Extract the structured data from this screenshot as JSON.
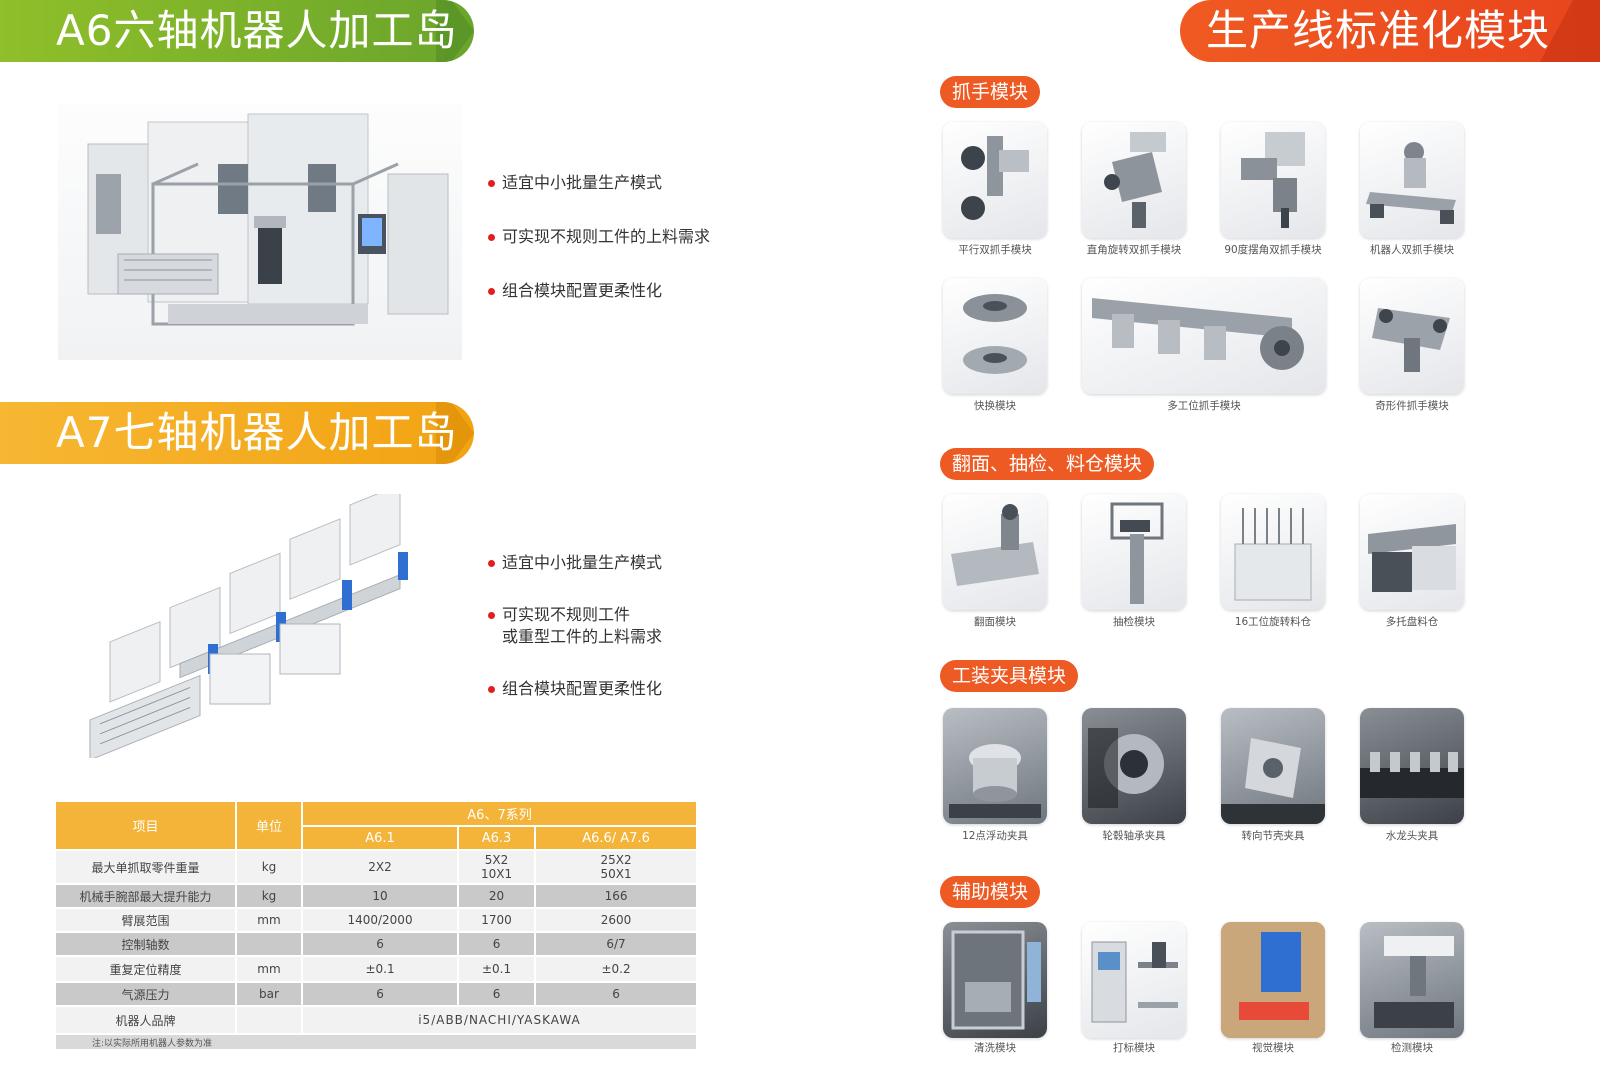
{
  "banners": {
    "a6": "A6六轴机器人加工岛",
    "a7": "A7七轴机器人加工岛",
    "line": "生产线标准化模块"
  },
  "a6_features": [
    "适宜中小批量生产模式",
    "可实现不规则工件的上料需求",
    "组合模块配置更柔性化"
  ],
  "a7_features": {
    "f1": "适宜中小批量生产模式",
    "f2_line1": "可实现不规则工件",
    "f2_line2": "或重型工件的上料需求",
    "f3": "组合模块配置更柔性化"
  },
  "spec_table": {
    "h_item": "项目",
    "h_unit": "单位",
    "h_series": "A6、7系列",
    "models": [
      "A6.1",
      "A6.3",
      "A6.6/ A7.6"
    ],
    "rows": [
      {
        "item": "最大单抓取零件重量",
        "unit": "kg",
        "v1": "2X2",
        "v2": "5X2\n10X1",
        "v3": "25X2\n50X1"
      },
      {
        "item": "机械手腕部最大提升能力",
        "unit": "kg",
        "v1": "10",
        "v2": "20",
        "v3": "166"
      },
      {
        "item": "臂展范围",
        "unit": "mm",
        "v1": "1400/2000",
        "v2": "1700",
        "v3": "2600"
      },
      {
        "item": "控制轴数",
        "unit": "",
        "v1": "6",
        "v2": "6",
        "v3": "6/7"
      },
      {
        "item": "重复定位精度",
        "unit": "mm",
        "v1": "±0.1",
        "v2": "±0.1",
        "v3": "±0.2"
      },
      {
        "item": "气源压力",
        "unit": "bar",
        "v1": "6",
        "v2": "6",
        "v3": "6"
      }
    ],
    "brand_item": "机器人品牌",
    "brand_value": "i5/ABB/NACHI/YASKAWA",
    "note": "注:以实际所用机器人参数为准"
  },
  "sections": {
    "gripper": "抓手模块",
    "flip": "翻面、抽检、料仓模块",
    "fixture": "工装夹具模块",
    "aux": "辅助模块"
  },
  "captions": {
    "gripper": [
      "平行双抓手模块",
      "直角旋转双抓手模块",
      "90度摆角双抓手模块",
      "机器人双抓手模块",
      "快换模块",
      "多工位抓手模块",
      "奇形件抓手模块"
    ],
    "flip": [
      "翻面模块",
      "抽检模块",
      "16工位旋转料仓",
      "多托盘料仓"
    ],
    "fixture": [
      "12点浮动夹具",
      "轮毂轴承夹具",
      "转向节壳夹具",
      "水龙头夹具"
    ],
    "aux": [
      "清洗模块",
      "打标模块",
      "视觉模块",
      "检测模块"
    ]
  },
  "colors": {
    "green": "#7cb32a",
    "amber": "#f4b43a",
    "orange": "#ee5a24",
    "bullet_red": "#e02020"
  }
}
